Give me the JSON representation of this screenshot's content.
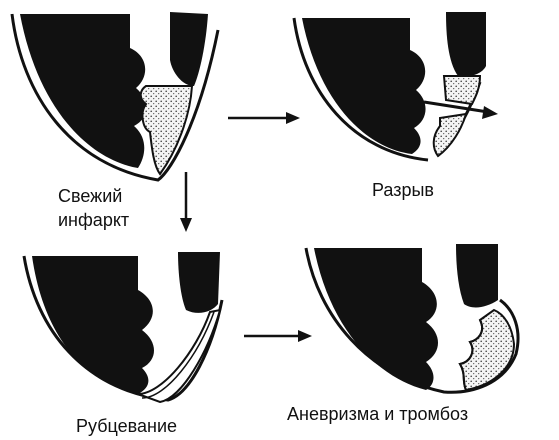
{
  "colors": {
    "wall": "#111111",
    "infarct_fill": "#f4f4f4",
    "background": "#ffffff"
  },
  "labels": {
    "fresh_infarct_line1": "Свежий",
    "fresh_infarct_line2": "инфаркт",
    "rupture": "Разрыв",
    "scarring": "Рубцевание",
    "aneurysm": "Аневризма и тромбоз"
  }
}
